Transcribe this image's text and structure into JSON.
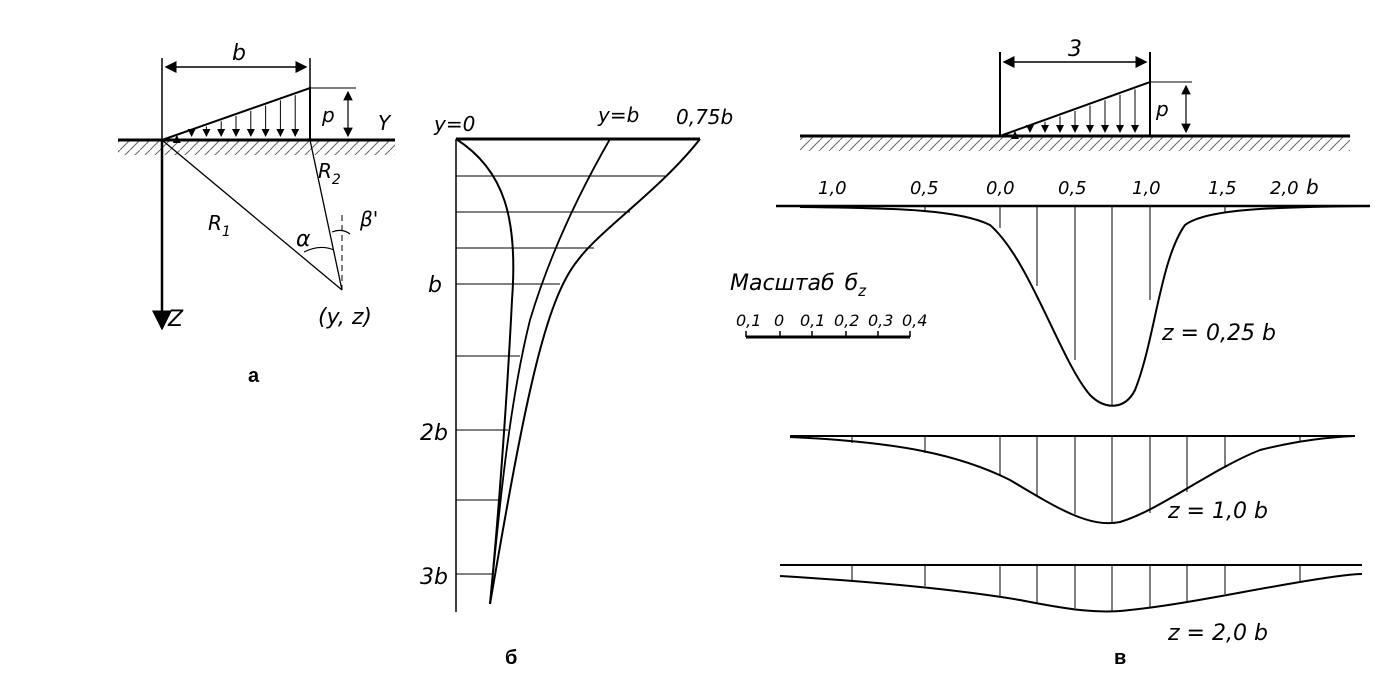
{
  "panel_a": {
    "caption": "а",
    "width_label": "b",
    "load_label": "p",
    "axis_y": "Y",
    "axis_z": "Z",
    "r1": "R",
    "r1_sub": "1",
    "r2": "R",
    "r2_sub": "2",
    "alpha": "α",
    "beta": "β'",
    "point": "(y, z)"
  },
  "panel_b": {
    "caption": "б",
    "curve_y0": "y=0",
    "curve_yb": "y=b",
    "top_value": "0,75b",
    "depth_ticks": [
      "b",
      "2b",
      "3b"
    ]
  },
  "panel_c": {
    "caption": "в",
    "width_label": "3",
    "load_label": "p",
    "x_ticks": [
      "1,0",
      "0,5",
      "0,0",
      "0,5",
      "1,0",
      "1,5",
      "2,0",
      "b"
    ],
    "scale_title": "Масштаб",
    "scale_symbol": "б",
    "scale_sub": "z",
    "scale_ticks": [
      "0,1",
      "0",
      "0,1",
      "0,2",
      "0,3",
      "0,4"
    ],
    "curve_labels": [
      "z = 0,25 b",
      "z = 1,0 b",
      "z = 2,0 b"
    ]
  }
}
